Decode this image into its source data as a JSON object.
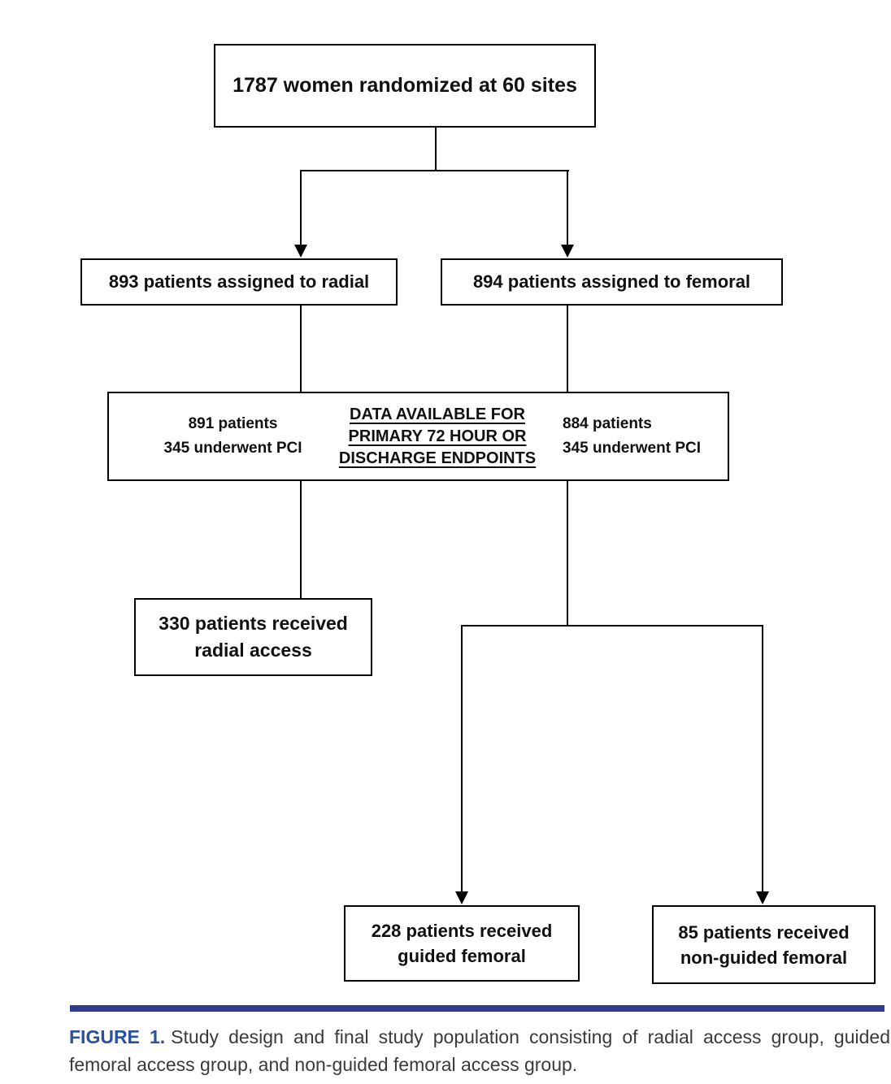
{
  "figure": {
    "nodes": {
      "randomized": "1787 women randomized at 60 sites",
      "radial_assigned": "893 patients assigned to radial",
      "femoral_assigned": "894 patients assigned to femoral",
      "data_available": {
        "left_line1": "891 patients",
        "left_line2": "345 underwent PCI",
        "title_line1": "DATA AVAILABLE FOR",
        "title_line2": "PRIMARY 72 HOUR OR",
        "title_line3": "DISCHARGE ENDPOINTS",
        "right_line1": "884 patients",
        "right_line2": "345 underwent PCI"
      },
      "radial_access": {
        "line1": "330 patients received",
        "line2": "radial access"
      },
      "guided_femoral": {
        "line1": "228 patients received",
        "line2": "guided femoral"
      },
      "non_guided_femoral": {
        "line1": "85 patients received",
        "line2": "non-guided femoral"
      }
    },
    "caption": {
      "label": "FIGURE 1.",
      "text": "Study design and final study population consisting of radial access group, guided femoral access group, and non-guided femoral access group."
    },
    "colors": {
      "line": "#000000",
      "divider_bar": "#2e3b90",
      "caption_label": "#2b50a0",
      "caption_text": "#3a3a3a"
    }
  }
}
